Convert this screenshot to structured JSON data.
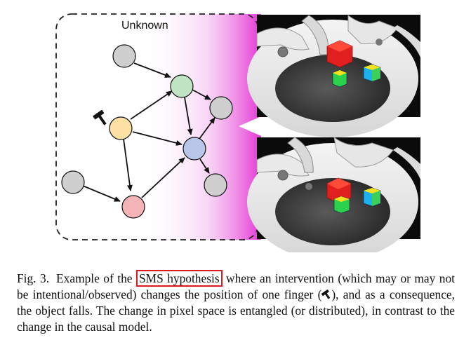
{
  "diagram": {
    "box_label": "Unknown",
    "accent_color": "#e535d6",
    "nodes": [
      {
        "id": "top-gray",
        "color": "#cfcfcf"
      },
      {
        "id": "green",
        "color": "#bfe3c3"
      },
      {
        "id": "yellow",
        "color": "#fde0a3"
      },
      {
        "id": "right-gray",
        "color": "#cfcfcf"
      },
      {
        "id": "blue",
        "color": "#b9c6ea"
      },
      {
        "id": "left-gray",
        "color": "#cfcfcf"
      },
      {
        "id": "lower-right-gray",
        "color": "#cfcfcf"
      },
      {
        "id": "pink",
        "color": "#f4b3b6"
      }
    ],
    "intervention_icon": "hammer-icon"
  },
  "photos": {
    "top_scene": "robot-hand-holding-cube",
    "bottom_scene": "robot-hand-dropped-cube"
  },
  "caption": {
    "prefix": "Fig. 3.",
    "text_before": "Example of the ",
    "highlight": "SMS hypothesis",
    "text_after_1": " where an intervention (which may or may not be intentional/observed) changes the position of one finger (",
    "text_after_2": "), and as a consequence, the object falls. The change in pixel space is entangled (or distributed), in contrast to the change in the causal model.",
    "highlight_color": "#e0191c"
  }
}
